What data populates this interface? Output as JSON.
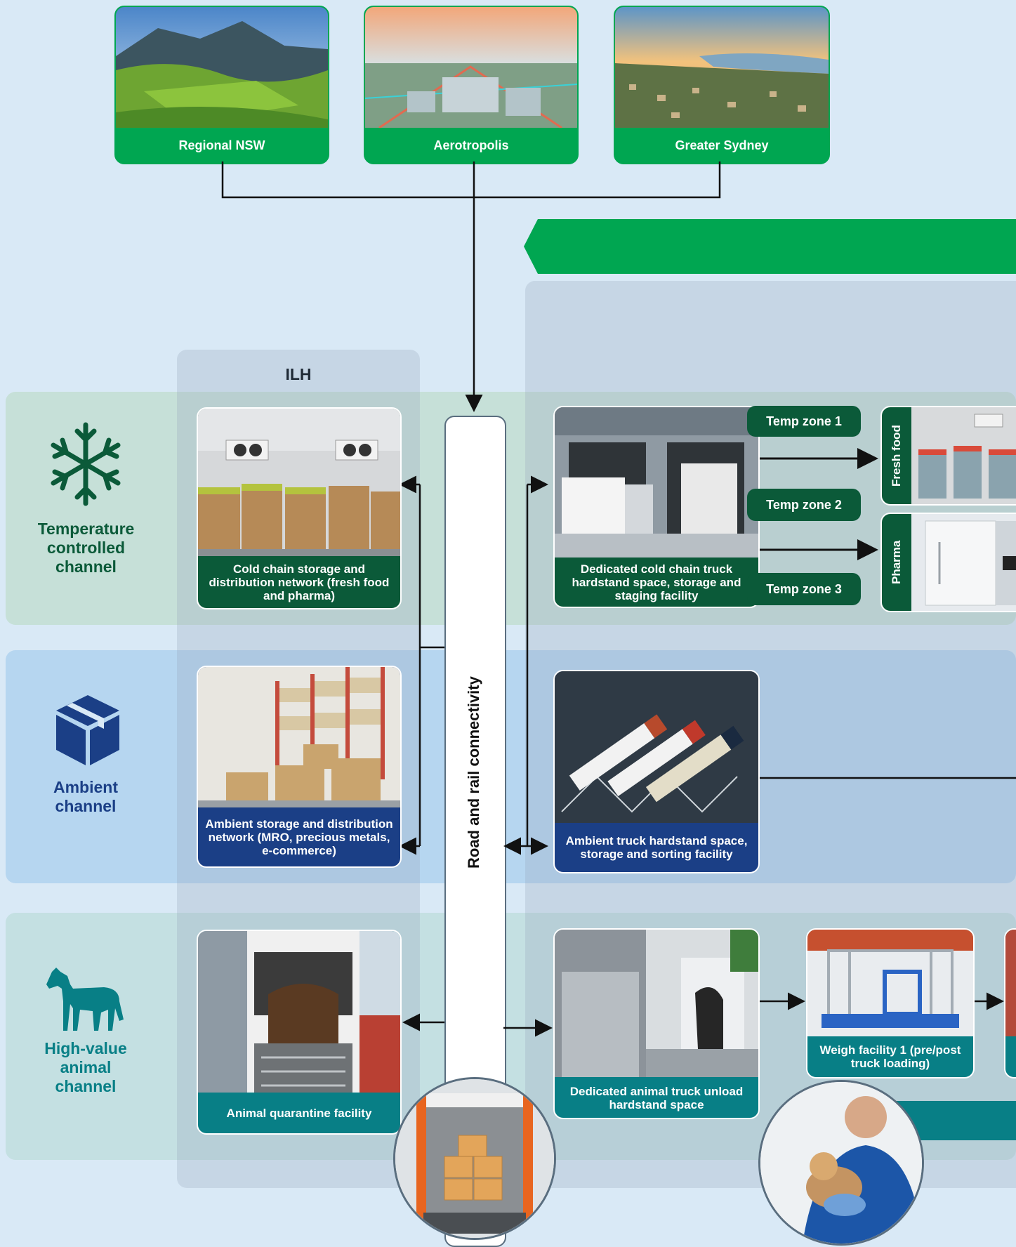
{
  "sources": [
    {
      "label": "Regional NSW"
    },
    {
      "label": "Aerotropolis"
    },
    {
      "label": "Greater Sydney"
    }
  ],
  "ilh_header": "ILH",
  "connectivity_label": "Road and rail connectivity",
  "channels": {
    "temperature": {
      "title": "Temperature controlled channel",
      "icon": "snowflake-icon",
      "color": "#0b5a39"
    },
    "ambient": {
      "title": "Ambient channel",
      "icon": "box-icon",
      "color": "#1b3f86"
    },
    "animal": {
      "title": "High-value animal channel",
      "icon": "horse-icon",
      "color": "#087f86"
    }
  },
  "facilities": {
    "cold_chain_storage": "Cold chain storage and distribution network (fresh food and pharma)",
    "cold_chain_truck": "Dedicated cold chain truck hardstand space, storage and staging facility",
    "ambient_storage": "Ambient storage and distribution network (MRO, precious metals, e-commerce)",
    "ambient_truck": "Ambient truck hardstand space, storage and sorting facility",
    "animal_quarantine": "Animal quarantine facility",
    "animal_truck": "Dedicated animal truck unload hardstand space",
    "weigh_facility": "Weigh facility 1 (pre/post truck loading)"
  },
  "temp_zones": [
    "Temp zone 1",
    "Temp zone 2",
    "Temp zone 3"
  ],
  "storage_types": [
    "Fresh food",
    "Pharma"
  ],
  "colors": {
    "background": "#d9e9f6",
    "brand_green": "#00a651",
    "dark_green": "#0b5a39",
    "navy": "#1b3f86",
    "teal": "#087f86"
  }
}
